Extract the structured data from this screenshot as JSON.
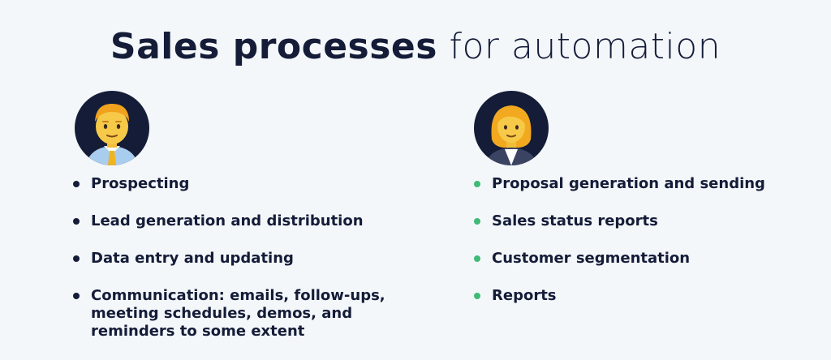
{
  "header": {
    "title_bold": "Sales processes",
    "title_light": "for automation"
  },
  "left": {
    "avatar_icon": "man-emoji-icon",
    "items": [
      {
        "lines": [
          "Prospecting"
        ]
      },
      {
        "lines": [
          "Lead generation and distribution"
        ]
      },
      {
        "lines": [
          "Data entry and updating"
        ]
      },
      {
        "lines": [
          "Communication: emails, follow-ups,",
          "meeting schedules, demos, and",
          "reminders to some extent"
        ]
      }
    ]
  },
  "right": {
    "avatar_icon": "woman-emoji-icon",
    "items": [
      {
        "lines": [
          "Proposal generation and sending"
        ]
      },
      {
        "lines": [
          "Sales status reports"
        ]
      },
      {
        "lines": [
          "Customer segmentation"
        ]
      },
      {
        "lines": [
          "Reports"
        ]
      }
    ]
  },
  "colors": {
    "text": "#141c38",
    "background": "#f4f7fa",
    "left_bullet": "#141c38",
    "right_bullet": "#3fba77"
  }
}
